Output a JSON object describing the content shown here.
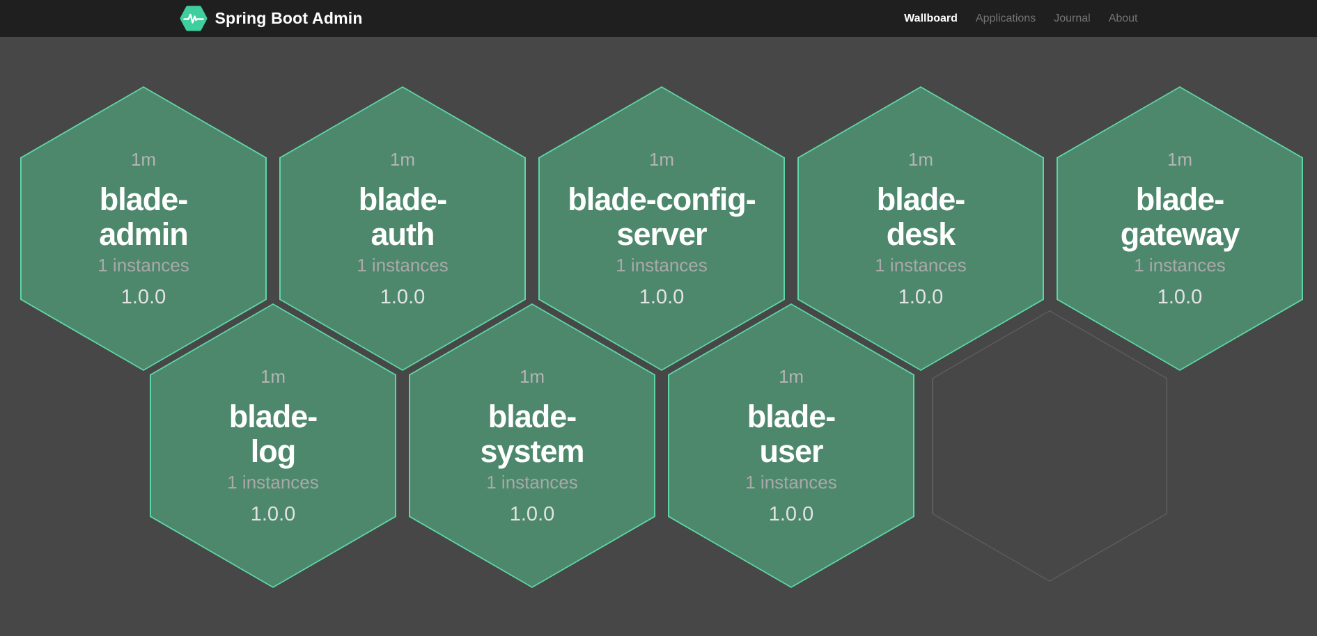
{
  "navbar": {
    "brand": "Spring Boot Admin",
    "logo_icon": "pulse-hexagon-icon",
    "links": [
      {
        "label": "Wallboard",
        "active": true
      },
      {
        "label": "Applications",
        "active": false
      },
      {
        "label": "Journal",
        "active": false
      },
      {
        "label": "About",
        "active": false
      }
    ]
  },
  "colors": {
    "navbar_background": "#1f1f1f",
    "page_background": "#474747",
    "status_up_fill": "#4d886c",
    "status_up_border": "#5dd6a7",
    "brand_accent": "#3ecf9e",
    "empty_hex_border": "#5e5e5e"
  },
  "wallboard": {
    "applications": [
      {
        "name": "blade-admin",
        "lines": [
          "blade-",
          "admin"
        ],
        "uptime": "1m",
        "instances": "1 instances",
        "version": "1.0.0",
        "status": "UP"
      },
      {
        "name": "blade-auth",
        "lines": [
          "blade-",
          "auth"
        ],
        "uptime": "1m",
        "instances": "1 instances",
        "version": "1.0.0",
        "status": "UP"
      },
      {
        "name": "blade-config-server",
        "lines": [
          "blade-config-",
          "server"
        ],
        "uptime": "1m",
        "instances": "1 instances",
        "version": "1.0.0",
        "status": "UP"
      },
      {
        "name": "blade-desk",
        "lines": [
          "blade-",
          "desk"
        ],
        "uptime": "1m",
        "instances": "1 instances",
        "version": "1.0.0",
        "status": "UP"
      },
      {
        "name": "blade-gateway",
        "lines": [
          "blade-",
          "gateway"
        ],
        "uptime": "1m",
        "instances": "1 instances",
        "version": "1.0.0",
        "status": "UP"
      },
      {
        "name": "blade-log",
        "lines": [
          "blade-",
          "log"
        ],
        "uptime": "1m",
        "instances": "1 instances",
        "version": "1.0.0",
        "status": "UP"
      },
      {
        "name": "blade-system",
        "lines": [
          "blade-",
          "system"
        ],
        "uptime": "1m",
        "instances": "1 instances",
        "version": "1.0.0",
        "status": "UP"
      },
      {
        "name": "blade-user",
        "lines": [
          "blade-",
          "user"
        ],
        "uptime": "1m",
        "instances": "1 instances",
        "version": "1.0.0",
        "status": "UP"
      }
    ]
  }
}
